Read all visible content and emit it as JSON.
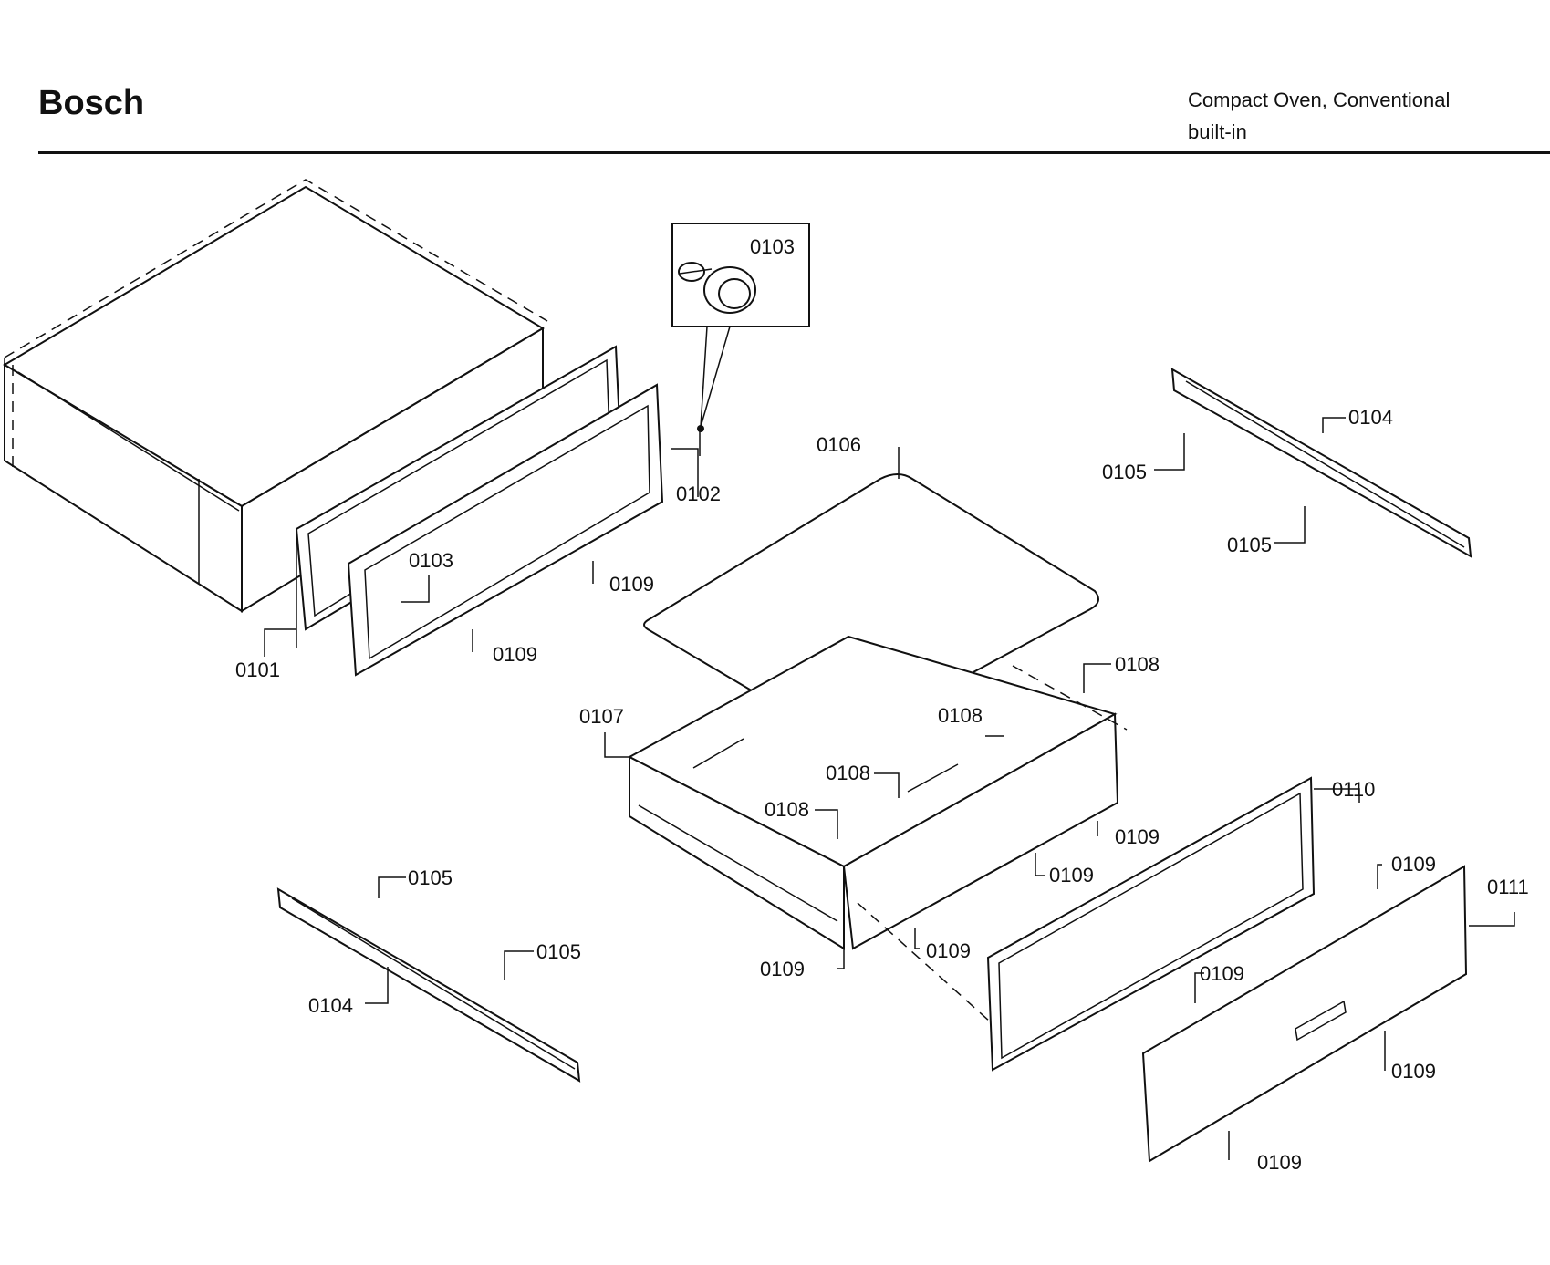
{
  "header": {
    "brand": "Bosch",
    "subtitle_line1": "Compact Oven, Conventional",
    "subtitle_line2": "built-in"
  },
  "callouts": {
    "c0101": "0101",
    "c0102": "0102",
    "c0103_inset": "0103",
    "c0103_frame": "0103",
    "c0104_right": "0104",
    "c0104_left": "0104",
    "c0105_r1": "0105",
    "c0105_r2": "0105",
    "c0105_l1": "0105",
    "c0105_l2": "0105",
    "c0106": "0106",
    "c0107": "0107",
    "c0108_a": "0108",
    "c0108_b": "0108",
    "c0108_c": "0108",
    "c0108_d": "0108",
    "c0109_f1": "0109",
    "c0109_f2": "0109",
    "c0109_d1": "0109",
    "c0109_d2": "0109",
    "c0109_d3": "0109",
    "c0109_d4": "0109",
    "c0109_p1": "0109",
    "c0109_p2": "0109",
    "c0109_p3": "0109",
    "c0109_p4": "0109",
    "c0110": "0110",
    "c0111": "0111"
  }
}
